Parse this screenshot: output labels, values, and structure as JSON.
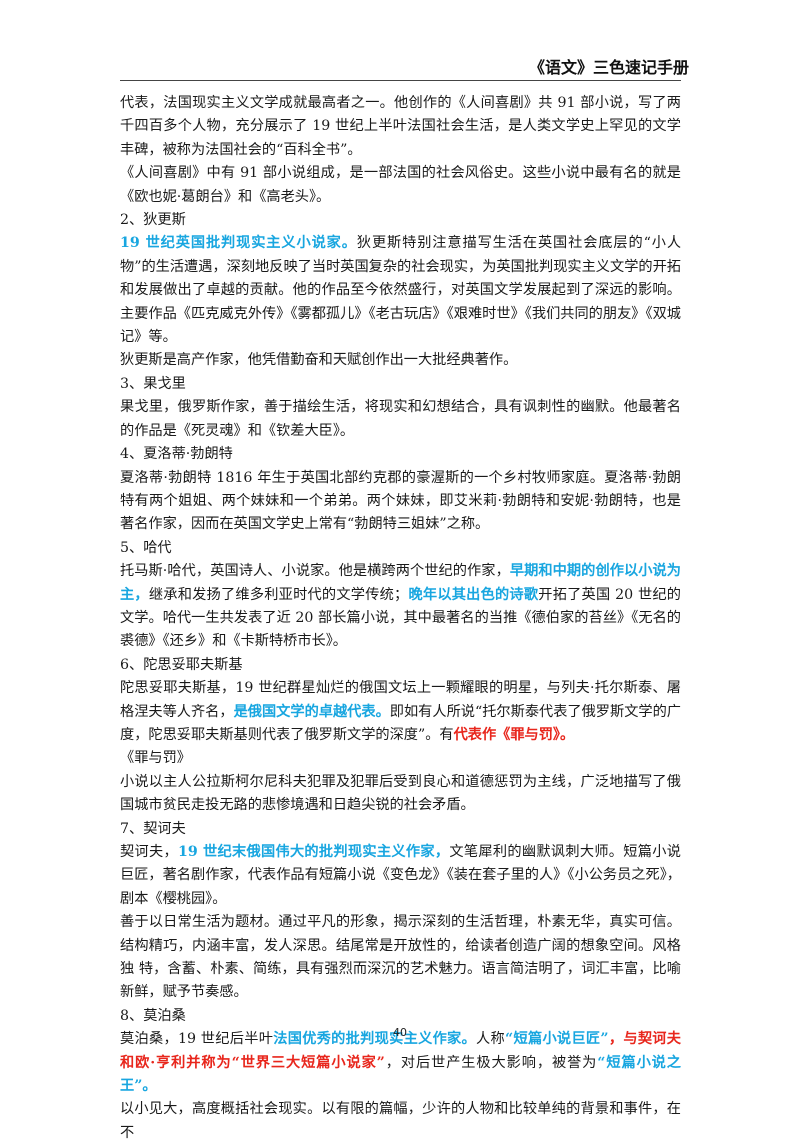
{
  "header": {
    "title": "《语文》三色速记手册"
  },
  "paragraphs": [
    [
      {
        "t": "代表，法国现实主义文学成就最高者之一。他创作的《人间喜剧》共 91 部小说，写了两千四百多个人物，充分展示了 19 世纪上半叶法国社会生活，是人类文学史上罕见的文学丰碑，被称为法国社会的“百科全书”。"
      }
    ],
    [
      {
        "t": "《人间喜剧》中有 91 部小说组成，是一部法国的社会风俗史。这些小说中最有名的就是《欧也妮·葛朗台》和《高老头》。"
      }
    ],
    [
      {
        "t": "2、狄更斯"
      }
    ],
    [
      {
        "t": "19 世纪英国批判现实主义小说家。",
        "c": "blue"
      },
      {
        "t": "狄更斯特别注意描写生活在英国社会底层的“小人物”的生活遭遇，深刻地反映了当时英国复杂的社会现实，为英国批判现实主义文学的开拓和发展做出了卓越的贡献。他的作品至今依然盛行，对英国文学发展起到了深远的影响。主要作品《匹克威克外传》《雾都孤儿》《老古玩店》《艰难时世》《我们共同的朋友》《双城记》等。"
      }
    ],
    [
      {
        "t": "狄更斯是高产作家，他凭借勤奋和天赋创作出一大批经典著作。"
      }
    ],
    [
      {
        "t": "3、果戈里"
      }
    ],
    [
      {
        "t": "果戈里，俄罗斯作家，善于描绘生活，将现实和幻想结合，具有讽刺性的幽默。他最著名的作品是《死灵魂》和《钦差大臣》。"
      }
    ],
    [
      {
        "t": "4、夏洛蒂·勃朗特"
      }
    ],
    [
      {
        "t": "夏洛蒂·勃朗特 1816 年生于英国北部约克郡的豪渥斯的一个乡村牧师家庭。夏洛蒂·勃朗特有两个姐姐、两个妹妹和一个弟弟。两个妹妹，即艾米莉·勃朗特和安妮·勃朗特，也是著名作家，因而在英国文学史上常有“勃朗特三姐妹”之称。"
      }
    ],
    [
      {
        "t": "5、哈代"
      }
    ],
    [
      {
        "t": "托马斯·哈代，英国诗人、小说家。他是横跨两个世纪的作家，"
      },
      {
        "t": "早期和中期的创作以小说为主，",
        "c": "blue"
      },
      {
        "t": "继承和发扬了维多利亚时代的文学传统；"
      },
      {
        "t": "晚年以其出色的诗歌",
        "c": "blue"
      },
      {
        "t": "开拓了英国 20 世纪的文学。哈代一生共发表了近 20 部长篇小说，其中最著名的当推《德伯家的苔丝》《无名的裘德》《还乡》和《卡斯特桥市长》。"
      }
    ],
    [
      {
        "t": "6、陀思妥耶夫斯基"
      }
    ],
    [
      {
        "t": "陀思妥耶夫斯基，19 世纪群星灿烂的俄国文坛上一颗耀眼的明星，与列夫·托尔斯泰、屠格涅夫等人齐名，"
      },
      {
        "t": "是俄国文学的卓越代表。",
        "c": "blue"
      },
      {
        "t": "即如有人所说“托尔斯泰代表了俄罗斯文学的广度，陀思妥耶夫斯基则代表了俄罗斯文学的深度”。有"
      },
      {
        "t": "代表作《罪与罚》。",
        "c": "red"
      }
    ],
    [
      {
        "t": "《罪与罚》"
      }
    ],
    [
      {
        "t": "小说以主人公拉斯柯尔尼科夫犯罪及犯罪后受到良心和道德惩罚为主线，广泛地描写了俄国城市贫民走投无路的悲惨境遇和日趋尖锐的社会矛盾。"
      }
    ],
    [
      {
        "t": "7、契诃夫"
      }
    ],
    [
      {
        "t": "契诃夫，"
      },
      {
        "t": "19 世纪末俄国伟大的批判现实主义作家，",
        "c": "blue"
      },
      {
        "t": "文笔犀利的幽默讽刺大师。短篇小说巨匠，著名剧作家，代表作品有短篇小说《变色龙》《装在套子里的人》《小公务员之死》，剧本《樱桃园》。"
      }
    ],
    [
      {
        "t": "善于以日常生活为题材。通过平凡的形象，揭示深刻的生活哲理，朴素无华，真实可信。结构精巧，内涵丰富，发人深思。结尾常是开放性的，给读者创造广阔的想象空间。风格独 特，含蓄、朴素、简练，具有强烈而深沉的艺术魅力。语言简洁明了，词汇丰富，比喻新鲜，赋予节奏感。"
      }
    ],
    [
      {
        "t": "8、莫泊桑"
      }
    ],
    [
      {
        "t": "莫泊桑，19 世纪后半叶"
      },
      {
        "t": "法国优秀的批判现实主义作家。",
        "c": "blue"
      },
      {
        "t": "人称"
      },
      {
        "t": "“短篇小说巨匠”",
        "c": "blue"
      },
      {
        "t": "，与契诃夫和欧·亨利并称为“世界三大短篇小说家”",
        "c": "red"
      },
      {
        "t": "，对后世产生极大影响，被誉为"
      },
      {
        "t": "“短篇小说之王”。",
        "c": "blue"
      }
    ],
    [
      {
        "t": "以小见大，高度概括社会现实。以有限的篇幅，少许的人物和比较单纯的背景和事件，在不"
      }
    ]
  ],
  "footer": {
    "page_number": "40"
  }
}
